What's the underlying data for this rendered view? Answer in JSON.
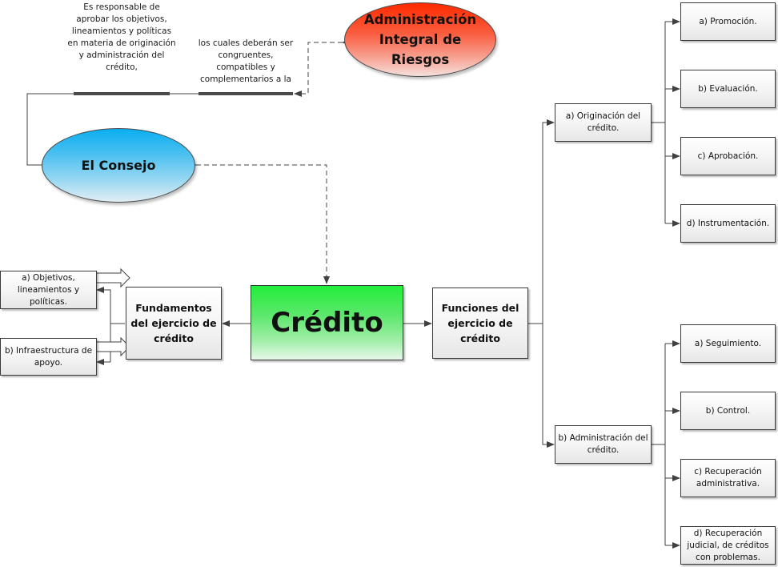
{
  "diagram": {
    "colors": {
      "line": "#404040",
      "credito_fill": "#22ee3a",
      "consejo_fill": "#0aaef0",
      "riesgos_fill": "#ff2a00",
      "box_fill": "#f4f4f4"
    },
    "annotations": {
      "consejo_note": "Es responsable de aprobar los objetivos, lineamientos y políticas en materia de originación y administración del crédito,",
      "riesgos_note": "los cuales deberán ser congruentes, compatibles y complementarios a la"
    },
    "nodes": {
      "riesgos": "Administración Integral de Riesgos",
      "consejo": "El Consejo",
      "credito": "Crédito",
      "fundamentos": "Fundamentos del ejercicio de crédito",
      "funciones": "Funciones del ejercicio de crédito",
      "objetivos": "a) Objetivos, lineamientos y políticas.",
      "infraestructura": "b) Infraestructura de apoyo.",
      "originacion": "a) Originación del crédito.",
      "administracion": "b) Administración del crédito."
    },
    "originacion_steps": [
      "a) Promoción.",
      "b) Evaluación.",
      "c) Aprobación.",
      "d) Instrumentación."
    ],
    "administracion_steps": [
      "a) Seguimiento.",
      "b) Control.",
      "c) Recuperación administrativa.",
      "d) Recuperación judicial, de créditos con problemas."
    ]
  }
}
